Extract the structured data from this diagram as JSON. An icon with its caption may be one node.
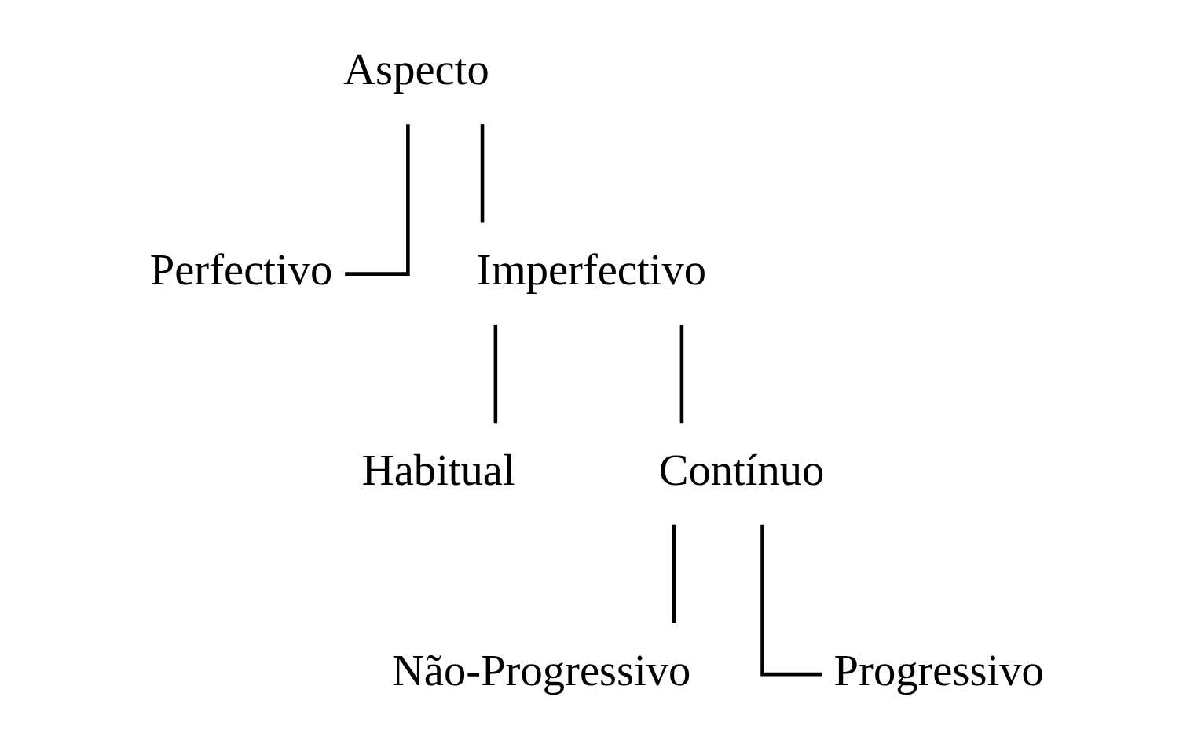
{
  "diagram": {
    "nodes": [
      {
        "text": [
          "Aspecto"
        ]
      },
      {
        "text": [
          "Perfectivo"
        ]
      },
      {
        "text": [
          "Imperfectivo"
        ]
      },
      {
        "text": [
          "Habitual"
        ]
      },
      {
        "text": [
          "Contínuo"
        ]
      },
      {
        "text": [
          "Não-Progressivo"
        ]
      },
      {
        "text": [
          "Progressivo"
        ]
      }
    ],
    "edges": [
      {
        "from": 0,
        "to": 1,
        "arrow": "none"
      },
      {
        "from": 0,
        "to": 2,
        "arrow": "none"
      },
      {
        "from": 2,
        "to": 3,
        "arrow": "none"
      },
      {
        "from": 2,
        "to": 4,
        "arrow": "none"
      },
      {
        "from": 4,
        "to": 5,
        "arrow": "none"
      },
      {
        "from": 4,
        "to": 6,
        "arrow": "none"
      }
    ]
  }
}
